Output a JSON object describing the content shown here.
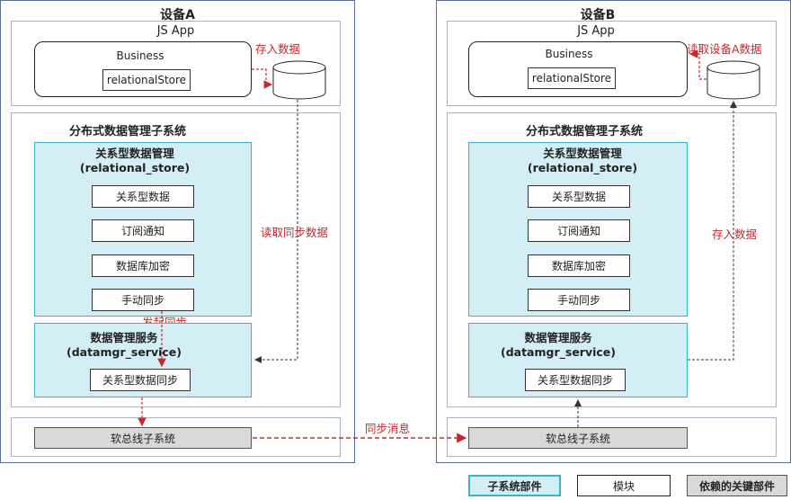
{
  "device_a": {
    "title": "设备A",
    "js_app": "JS App",
    "business": "Business",
    "relational_store_module": "relationalStore",
    "save_data": "存入数据",
    "read_sync_data": "读取同步数据",
    "distributed_subsystem": "分布式数据管理子系统",
    "relational_store_title": "关系型数据管理",
    "relational_store_sub": "(relational_store)",
    "modules": [
      "关系型数据",
      "订阅通知",
      "数据库加密",
      "手动同步"
    ],
    "start_sync": "发起同步",
    "datamgr_title": "数据管理服务",
    "datamgr_sub": "(datamgr_service)",
    "datamgr_module": "关系型数据同步",
    "softbus": "软总线子系统"
  },
  "device_b": {
    "title": "设备B",
    "js_app": "JS App",
    "business": "Business",
    "relational_store_module": "relationalStore",
    "read_device_a": "读取设备A数据",
    "save_data": "存入数据",
    "distributed_subsystem": "分布式数据管理子系统",
    "relational_store_title": "关系型数据管理",
    "relational_store_sub": "(relational_store)",
    "modules": [
      "关系型数据",
      "订阅通知",
      "数据库加密",
      "手动同步"
    ],
    "datamgr_title": "数据管理服务",
    "datamgr_sub": "(datamgr_service)",
    "datamgr_module": "关系型数据同步",
    "softbus": "软总线子系统"
  },
  "sync_message": "同步消息",
  "legend": {
    "subsystem_part": "子系统部件",
    "module": "模块",
    "key_dependency": "依赖的关键部件"
  },
  "colors": {
    "subsystem_fill": "#d4eef5",
    "subsystem_border": "#38b3c8",
    "dependency_fill": "#d9d9d9",
    "annotation_red": "#c8282b",
    "device_border": "#5a6f96"
  }
}
